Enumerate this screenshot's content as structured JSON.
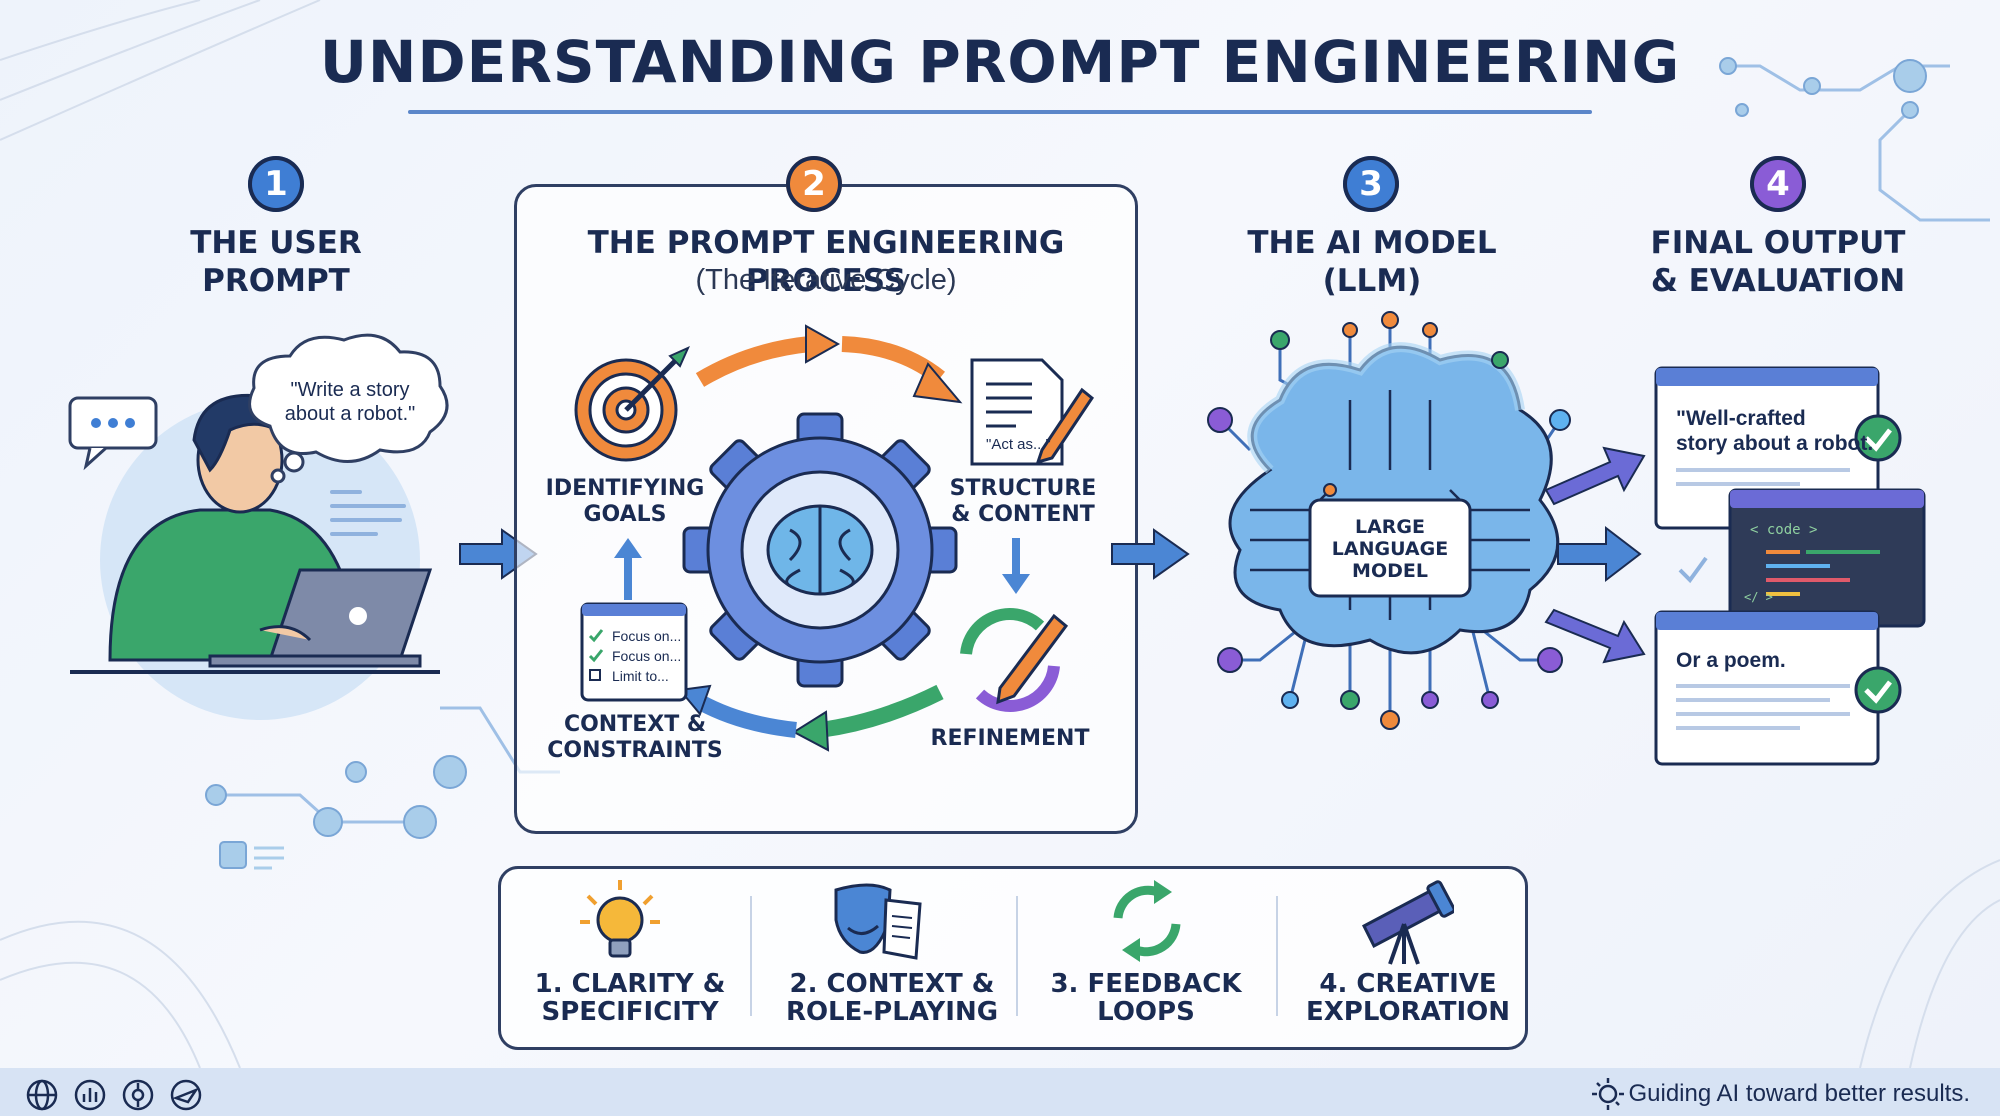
{
  "title": "UNDERSTANDING PROMPT ENGINEERING",
  "steps": [
    {
      "num": "1",
      "title_l1": "THE USER",
      "title_l2": "PROMPT",
      "color": "#3f7ed4"
    },
    {
      "num": "2",
      "title_l1": "THE PROMPT ENGINEERING PROCESS",
      "subtitle": "(The Iterative Cycle)",
      "color": "#f08a3c"
    },
    {
      "num": "3",
      "title_l1": "THE AI MODEL",
      "title_l2": "(LLM)",
      "color": "#3f7ed4"
    },
    {
      "num": "4",
      "title_l1": "FINAL OUTPUT",
      "title_l2": "& EVALUATION",
      "color": "#8a5cd6"
    }
  ],
  "user": {
    "speech_l1": "\"Write a story",
    "speech_l2": "about a robot.\""
  },
  "cycle": {
    "goals_l1": "IDENTIFYING",
    "goals_l2": "GOALS",
    "structure_l1": "STRUCTURE",
    "structure_l2": "& CONTENT",
    "structure_doc": "\"Act as...\"",
    "refinement": "REFINEMENT",
    "context_l1": "CONTEXT &",
    "context_l2": "CONSTRAINTS",
    "checklist": [
      "Focus on...",
      "Focus on...",
      "Limit to..."
    ]
  },
  "model": {
    "l1": "LARGE",
    "l2": "LANGUAGE",
    "l3": "MODEL"
  },
  "outputs": {
    "story_l1": "\"Well-crafted",
    "story_l2": "story about a robot.",
    "code_tag": "< code >",
    "code_close": "</ >",
    "poem": "Or a poem."
  },
  "principles": [
    {
      "l1": "1. CLARITY &",
      "l2": "SPECIFICITY",
      "icon": "lightbulb-icon"
    },
    {
      "l1": "2. CONTEXT &",
      "l2": "ROLE-PLAYING",
      "icon": "theater-masks-icon"
    },
    {
      "l1": "3. FEEDBACK",
      "l2": "LOOPS",
      "icon": "recycle-arrows-icon"
    },
    {
      "l1": "4. CREATIVE",
      "l2": "EXPLORATION",
      "icon": "telescope-icon"
    }
  ],
  "footer": {
    "tagline": "Guiding AI toward better results.",
    "icons": [
      "globe-icon",
      "chart-icon",
      "network-icon",
      "plane-icon"
    ]
  },
  "colors": {
    "navy": "#1a2b52",
    "blue": "#3f7ed4",
    "orange": "#f08a3c",
    "green": "#3aa66b",
    "purple": "#8a5cd6"
  }
}
